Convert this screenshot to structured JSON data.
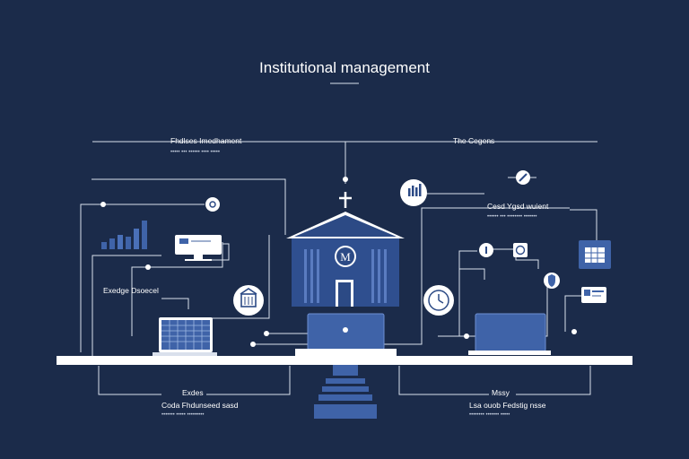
{
  "title": "Institutional management",
  "labels": {
    "top_left_heading": "Fhdlses Imedhament",
    "top_left_sub": "••••• ••• •••••• •••• •••••",
    "top_right_heading": "The Cegens",
    "right_heading": "Cesd Ygsd wuient",
    "right_sub": "•••••• ••• •••••••• •••••••",
    "left_heading": "Exedge Dsoecel",
    "bottom_left_heading": "Exdes",
    "bottom_left_sub": "Coda Fhdunseed sasd",
    "bottom_left_sub2": "••••••• ••••• •••••••••",
    "bottom_right_heading": "Mssy",
    "bottom_right_sub": "Lsa ouob Fedstig nsse",
    "bottom_right_sub2": "•••••••• ••••••• •••••",
    "building_emblem": "M"
  },
  "colors": {
    "background": "#1b2b4a",
    "accent_blue": "#3f63a8",
    "dark_blue": "#2c4a85",
    "line": "#d9e0ec",
    "white": "#ffffff"
  },
  "icons": [
    "bar-chart-icon",
    "monitor-icon",
    "laptop-spreadsheet-icon",
    "bank-building-icon",
    "clock-icon",
    "report-chart-icon",
    "pencil-icon",
    "info-icon",
    "refresh-icon",
    "shield-icon",
    "calendar-grid-icon",
    "id-card-icon",
    "cross-icon"
  ]
}
